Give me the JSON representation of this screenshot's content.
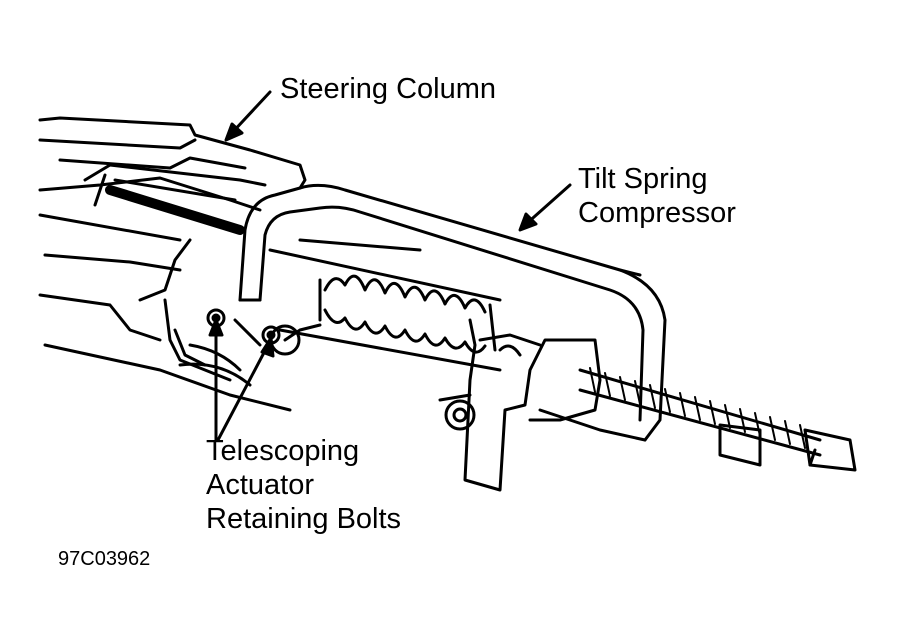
{
  "figure_id": "97C03962",
  "labels": {
    "steering_column": "Steering Column",
    "tilt_spring_compressor_line1": "Tilt Spring",
    "tilt_spring_compressor_line2": "Compressor",
    "bolts_line1": "Telescoping",
    "bolts_line2": "Actuator",
    "bolts_line3": "Retaining Bolts"
  },
  "colors": {
    "ink": "#000000",
    "paper": "#ffffff"
  }
}
